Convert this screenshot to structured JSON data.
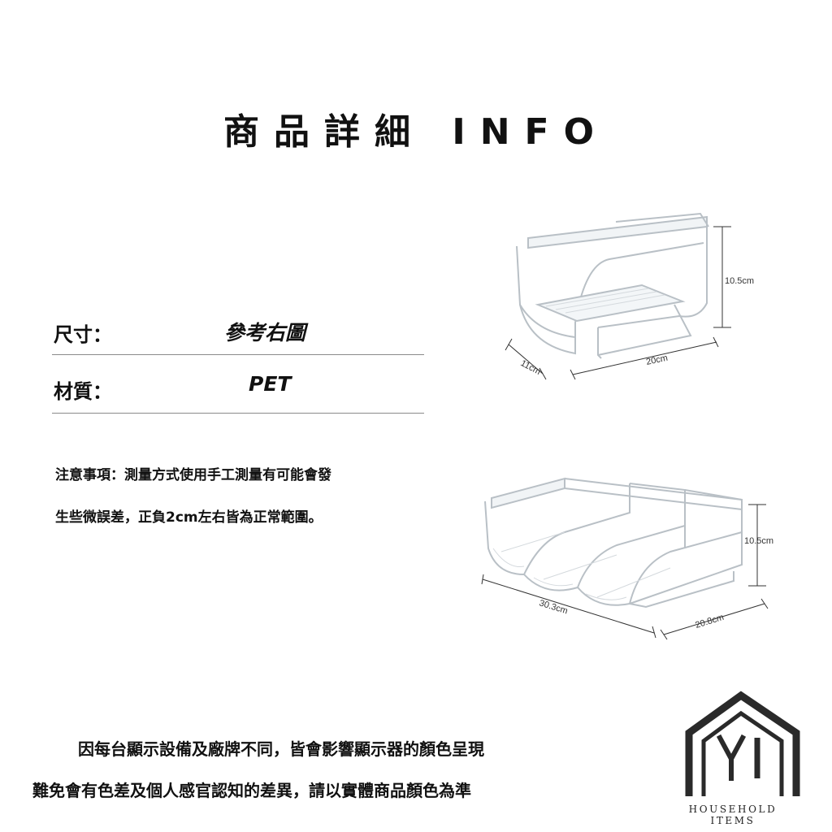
{
  "header": {
    "title": "商品詳細 INFO"
  },
  "specs": [
    {
      "label": "尺寸：",
      "value": "參考右圖"
    },
    {
      "label": "材質：",
      "value": "PET"
    }
  ],
  "note": {
    "line1": "注意事項：測量方式使用手工測量有可能會發",
    "line2": "生些微誤差，正負2cm左右皆為正常範圍。"
  },
  "products": {
    "single": {
      "height": "10.5cm",
      "depth": "11cm",
      "width": "20cm"
    },
    "triple": {
      "height": "10.5cm",
      "width": "30.3cm",
      "depth": "20.8cm"
    }
  },
  "disclaimer": {
    "line1": "因每台顯示設備及廠牌不同，皆會影響顯示器的顏色呈現",
    "line2": "難免會有色差及個人感官認知的差異，請以實體商品顏色為準"
  },
  "logo": {
    "text": "HOUSEHOLD ITEMS"
  }
}
